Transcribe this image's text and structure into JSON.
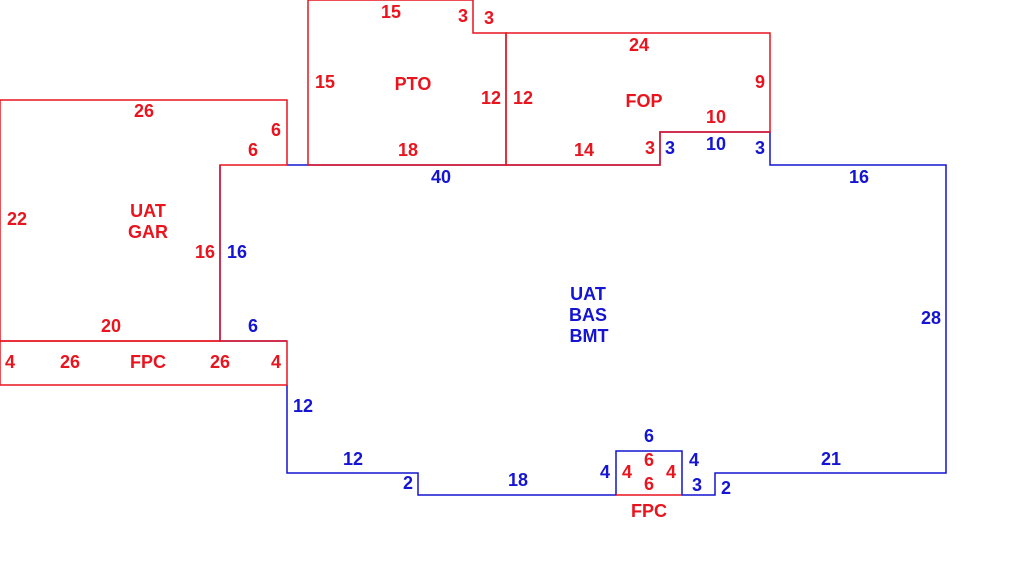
{
  "colors": {
    "red": "#e8141e",
    "blue": "#1414d2"
  },
  "areas": {
    "garage": {
      "label1": "UAT",
      "label2": "GAR",
      "dims": [
        "26",
        "6",
        "6",
        "22",
        "16",
        "20"
      ]
    },
    "porch_left": {
      "label": "FPC",
      "dims": [
        "26",
        "26",
        "4",
        "4"
      ]
    },
    "pto": {
      "label": "PTO",
      "dims": [
        "15",
        "3",
        "3",
        "15",
        "12",
        "18"
      ]
    },
    "fop": {
      "label": "FOP",
      "dims": [
        "24",
        "12",
        "9",
        "10",
        "14",
        "3"
      ]
    },
    "basement": {
      "label1": "UAT",
      "label2": "BAS",
      "label3": "BMT",
      "dims": [
        "40",
        "3",
        "10",
        "3",
        "16",
        "16",
        "6",
        "28",
        "12",
        "12",
        "2",
        "18",
        "4",
        "6",
        "4",
        "3",
        "2",
        "21"
      ]
    },
    "porch_small": {
      "label": "FPC",
      "dims": [
        "6",
        "6",
        "4",
        "4"
      ]
    }
  }
}
